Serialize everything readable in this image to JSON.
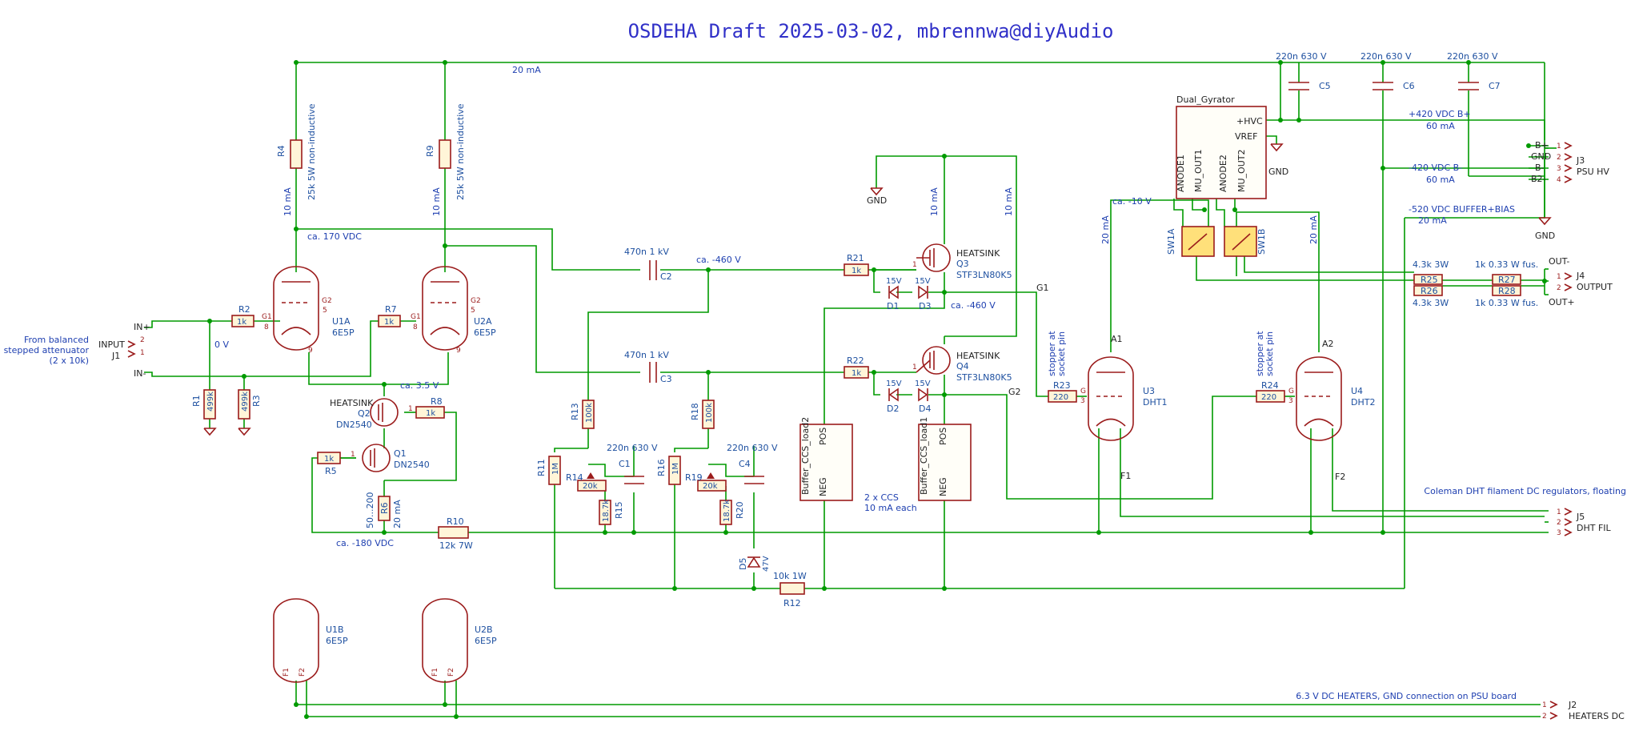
{
  "title": "OSDEHA Draft 2025-03-02, mbrennwa@diyAudio",
  "notes": {
    "i20ma_top": "20 mA",
    "r4_current": "10 mA",
    "r9_current": "10 mA",
    "v170": "ca. 170 VDC",
    "v0": "0 V",
    "v35": "ca. 3.5 V",
    "v180": "ca. -180 VDC",
    "v460a": "ca. -460 V",
    "v460b": "ca. -460 V",
    "q3_current": "10 mA",
    "q3_current2": "10 mA",
    "ccs_note1": "2 x CCS",
    "ccs_note2": "10 mA each",
    "vm10": "ca. -10 V",
    "u3_current": "20 mA",
    "u4_current": "20 mA",
    "q1_current": "20 mA",
    "r6_range": "50...200",
    "stopper1": "stopper at",
    "stopper2": "socket pin",
    "stopper3": "stopper at",
    "stopper4": "socket pin",
    "atten1": "From balanced",
    "atten2": "stepped attenuator",
    "atten3": "(2 x 10k)",
    "p420": "+420 VDC B+",
    "p420i": "60 mA",
    "m420": "-420 VDC B-",
    "m420i": "60 mA",
    "m520": "-520 VDC BUFFER+BIAS",
    "m520i": "20 mA",
    "coleman": "Coleman DHT filament DC regulators, floating",
    "heaters": "6.3 V DC HEATERS, GND connection on PSU board",
    "r4_desc": "25k 5W non-inductive",
    "r9_desc": "25k 5W non-inductive"
  },
  "components": {
    "R1": {
      "ref": "R1",
      "value": "499k"
    },
    "R2": {
      "ref": "R2",
      "value": "1k"
    },
    "R3": {
      "ref": "R3",
      "value": "499k"
    },
    "R4": {
      "ref": "R4"
    },
    "R5": {
      "ref": "R5",
      "value": "1k"
    },
    "R6": {
      "ref": "R6"
    },
    "R7": {
      "ref": "R7",
      "value": "1k"
    },
    "R8": {
      "ref": "R8",
      "value": "1k"
    },
    "R9": {
      "ref": "R9"
    },
    "R10": {
      "ref": "R10",
      "value": "12k 7W"
    },
    "R11": {
      "ref": "R11",
      "value": "1M"
    },
    "R12": {
      "ref": "R12",
      "value": "10k 1W"
    },
    "R13": {
      "ref": "R13",
      "value": "100k"
    },
    "R14": {
      "ref": "R14",
      "value": "20k"
    },
    "R15": {
      "ref": "R15",
      "value": "18.7k"
    },
    "R16": {
      "ref": "R16",
      "value": "1M"
    },
    "R18": {
      "ref": "R18",
      "value": "100k"
    },
    "R19": {
      "ref": "R19",
      "value": "20k"
    },
    "R20": {
      "ref": "R20",
      "value": "18.7k"
    },
    "R21": {
      "ref": "R21",
      "value": "1k"
    },
    "R22": {
      "ref": "R22",
      "value": "1k"
    },
    "R23": {
      "ref": "R23",
      "value": "220"
    },
    "R24": {
      "ref": "R24",
      "value": "220"
    },
    "R25": {
      "ref": "R25",
      "value": "4.3k 3W"
    },
    "R26": {
      "ref": "R26",
      "value": "4.3k 3W"
    },
    "R27": {
      "ref": "R27",
      "value": "1k 0.33 W fus."
    },
    "R28": {
      "ref": "R28",
      "value": "1k 0.33 W fus."
    },
    "C1": {
      "ref": "C1",
      "value": "220n 630 V"
    },
    "C2": {
      "ref": "C2",
      "value": "470n 1 kV"
    },
    "C3": {
      "ref": "C3",
      "value": "470n 1 kV"
    },
    "C4": {
      "ref": "C4",
      "value": "220n 630 V"
    },
    "C5": {
      "ref": "C5",
      "value": "220n 630 V"
    },
    "C6": {
      "ref": "C6",
      "value": "220n 630 V"
    },
    "C7": {
      "ref": "C7",
      "value": "220n 630 V"
    },
    "D1": {
      "ref": "D1",
      "value": "15V"
    },
    "D2": {
      "ref": "D2",
      "value": "15V"
    },
    "D3": {
      "ref": "D3",
      "value": "15V"
    },
    "D4": {
      "ref": "D4",
      "value": "15V"
    },
    "D5": {
      "ref": "D5",
      "value": "47V"
    },
    "Q1": {
      "ref": "Q1",
      "value": "DN2540"
    },
    "Q2": {
      "ref": "Q2",
      "value": "DN2540",
      "extra": "HEATSINK"
    },
    "Q3": {
      "ref": "Q3",
      "value": "STF3LN80K5",
      "extra": "HEATSINK"
    },
    "Q4": {
      "ref": "Q4",
      "value": "STF3LN80K5",
      "extra": "HEATSINK"
    },
    "U1A": {
      "ref": "U1A",
      "value": "6E5P"
    },
    "U2A": {
      "ref": "U2A",
      "value": "6E5P"
    },
    "U1B": {
      "ref": "U1B",
      "value": "6E5P"
    },
    "U2B": {
      "ref": "U2B",
      "value": "6E5P"
    },
    "U3": {
      "ref": "U3",
      "value": "DHT1"
    },
    "U4": {
      "ref": "U4",
      "value": "DHT2"
    },
    "SW1A": {
      "ref": "SW1A"
    },
    "SW1B": {
      "ref": "SW1B"
    },
    "GYR": {
      "ref": "Dual_Gyrator",
      "p_hvc": "+HVC",
      "p_vref": "VREF",
      "p_a1": "ANODE1",
      "p_m1": "MU_OUT1",
      "p_a2": "ANODE2",
      "p_m2": "MU_OUT2"
    },
    "BCL2": {
      "ref": "Buffer_CCS_load2",
      "pos": "POS",
      "neg": "NEG"
    },
    "BCL1": {
      "ref": "Buffer_CCS_load1",
      "pos": "POS",
      "neg": "NEG"
    }
  },
  "connectors": {
    "J1": {
      "ref": "J1",
      "name": "INPUT",
      "pins": [
        "IN+",
        "IN-"
      ]
    },
    "J2": {
      "ref": "J2",
      "name": "HEATERS DC"
    },
    "J3": {
      "ref": "J3",
      "name": "PSU HV",
      "pins": [
        "B+",
        "GND",
        "B-",
        "B2-"
      ]
    },
    "J4": {
      "ref": "J4",
      "name": "OUTPUT",
      "pins": [
        "OUT-",
        "OUT+"
      ]
    },
    "J5": {
      "ref": "J5",
      "name": "DHT FIL"
    }
  },
  "nets": {
    "G1": "G1",
    "G2": "G2",
    "F1": "F1",
    "F2": "F2",
    "A1": "A1",
    "A2": "A2"
  },
  "gnd": "GND"
}
